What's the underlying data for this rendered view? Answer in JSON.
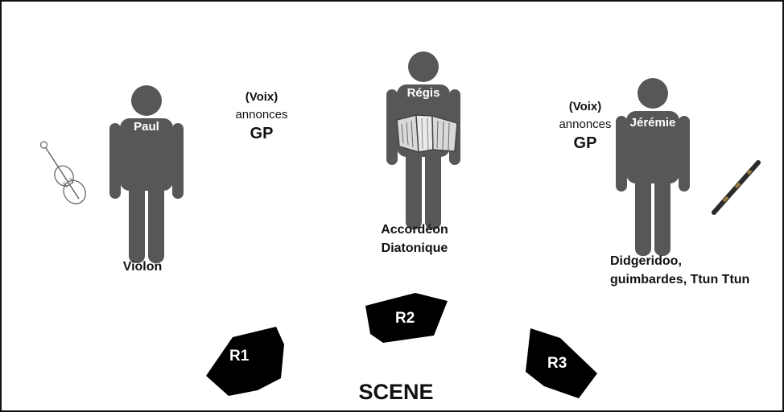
{
  "colors": {
    "person": "#575757",
    "monitor": "#000000",
    "text": "#111111",
    "border": "#111111"
  },
  "stage_label": "SCENE",
  "musicians": [
    {
      "name": "Paul",
      "instrument": "Violon",
      "instrument_icon": "violin-icon"
    },
    {
      "name": "Régis",
      "instrument_line1": "Accordéon",
      "instrument_line2": "Diatonique",
      "instrument_icon": "accordion-icon"
    },
    {
      "name": "Jérémie",
      "instrument_line1": "Didgeridoo,",
      "instrument_line2": "guimbardes, Ttun Ttun",
      "instrument_icon": "didgeridoo-icon"
    }
  ],
  "vocals": [
    {
      "voix": "(Voix)",
      "annonces": "annonces",
      "gp": "GP"
    },
    {
      "voix": "(Voix)",
      "annonces": "annonces",
      "gp": "GP"
    }
  ],
  "monitors": [
    {
      "label": "R1"
    },
    {
      "label": "R2"
    },
    {
      "label": "R3"
    }
  ]
}
